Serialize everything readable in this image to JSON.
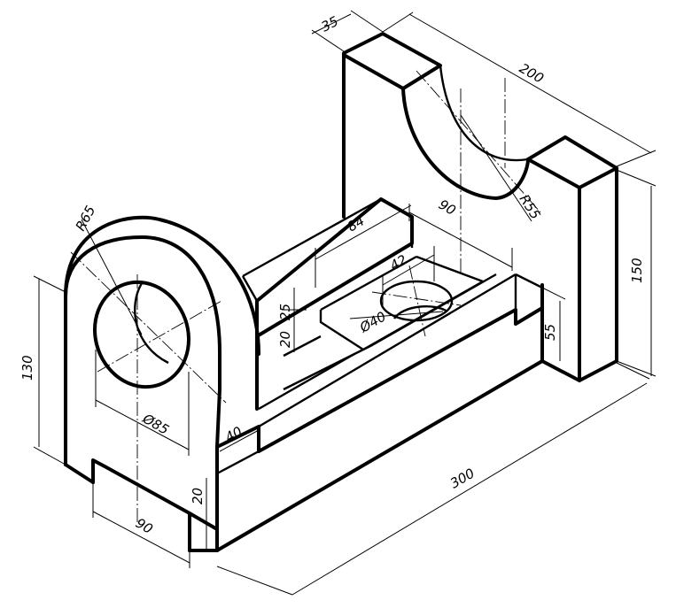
{
  "dimensions": {
    "d35": "35",
    "d200": "200",
    "d150": "150",
    "r55": "R55",
    "d90_top": "90",
    "d84": "84",
    "d42": "42",
    "phi40": "Ø40",
    "d55": "55",
    "d25": "25",
    "d20_inner": "20",
    "r65": "R65",
    "d130": "130",
    "phi85": "Ø85",
    "d40": "40",
    "d20_bottom": "20",
    "d90_bottom": "90",
    "d300": "300"
  }
}
